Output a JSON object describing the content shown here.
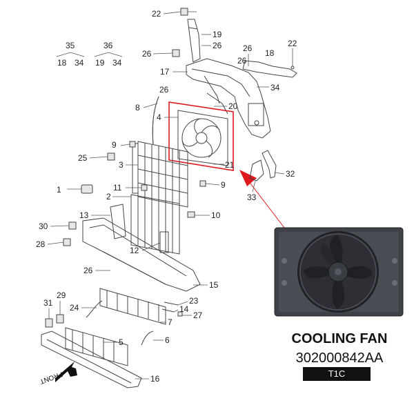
{
  "callouts": [
    {
      "id": "c22a",
      "text": "22"
    },
    {
      "id": "c19",
      "text": "19"
    },
    {
      "id": "c26a",
      "text": "26"
    },
    {
      "id": "c35",
      "text": "35"
    },
    {
      "id": "c35a",
      "text": "18"
    },
    {
      "id": "c35b",
      "text": "34"
    },
    {
      "id": "c36",
      "text": "36"
    },
    {
      "id": "c36a",
      "text": "19"
    },
    {
      "id": "c36b",
      "text": "34"
    },
    {
      "id": "c26b",
      "text": "26"
    },
    {
      "id": "c26c",
      "text": "26"
    },
    {
      "id": "c18",
      "text": "18"
    },
    {
      "id": "c22b",
      "text": "22"
    },
    {
      "id": "c26d",
      "text": "26"
    },
    {
      "id": "c17",
      "text": "17"
    },
    {
      "id": "c34",
      "text": "34"
    },
    {
      "id": "c26e",
      "text": "26"
    },
    {
      "id": "c8",
      "text": "8"
    },
    {
      "id": "c20",
      "text": "20"
    },
    {
      "id": "c4",
      "text": "4"
    },
    {
      "id": "c9a",
      "text": "9"
    },
    {
      "id": "c25",
      "text": "25"
    },
    {
      "id": "c3",
      "text": "3"
    },
    {
      "id": "c21",
      "text": "21"
    },
    {
      "id": "c32",
      "text": "32"
    },
    {
      "id": "c9b",
      "text": "9"
    },
    {
      "id": "c1",
      "text": "1"
    },
    {
      "id": "c11",
      "text": "11"
    },
    {
      "id": "c2",
      "text": "2"
    },
    {
      "id": "c33",
      "text": "33"
    },
    {
      "id": "c13",
      "text": "13"
    },
    {
      "id": "c10",
      "text": "10"
    },
    {
      "id": "c30",
      "text": "30"
    },
    {
      "id": "c28",
      "text": "28"
    },
    {
      "id": "c12",
      "text": "12"
    },
    {
      "id": "c26f",
      "text": "26"
    },
    {
      "id": "c15",
      "text": "15"
    },
    {
      "id": "c29",
      "text": "29"
    },
    {
      "id": "c31",
      "text": "31"
    },
    {
      "id": "c24",
      "text": "24"
    },
    {
      "id": "c23",
      "text": "23"
    },
    {
      "id": "c14",
      "text": "14"
    },
    {
      "id": "c27",
      "text": "27"
    },
    {
      "id": "c7",
      "text": "7"
    },
    {
      "id": "c5",
      "text": "5"
    },
    {
      "id": "c6",
      "text": "6"
    },
    {
      "id": "c16",
      "text": "16"
    }
  ],
  "product": {
    "title": "COOLING FAN",
    "part_number": "302000842AA",
    "badge": "T1C"
  },
  "front_label": "FRONT",
  "colors": {
    "highlight": "#e0191f",
    "line": "#444444",
    "badge_bg": "#111111"
  }
}
